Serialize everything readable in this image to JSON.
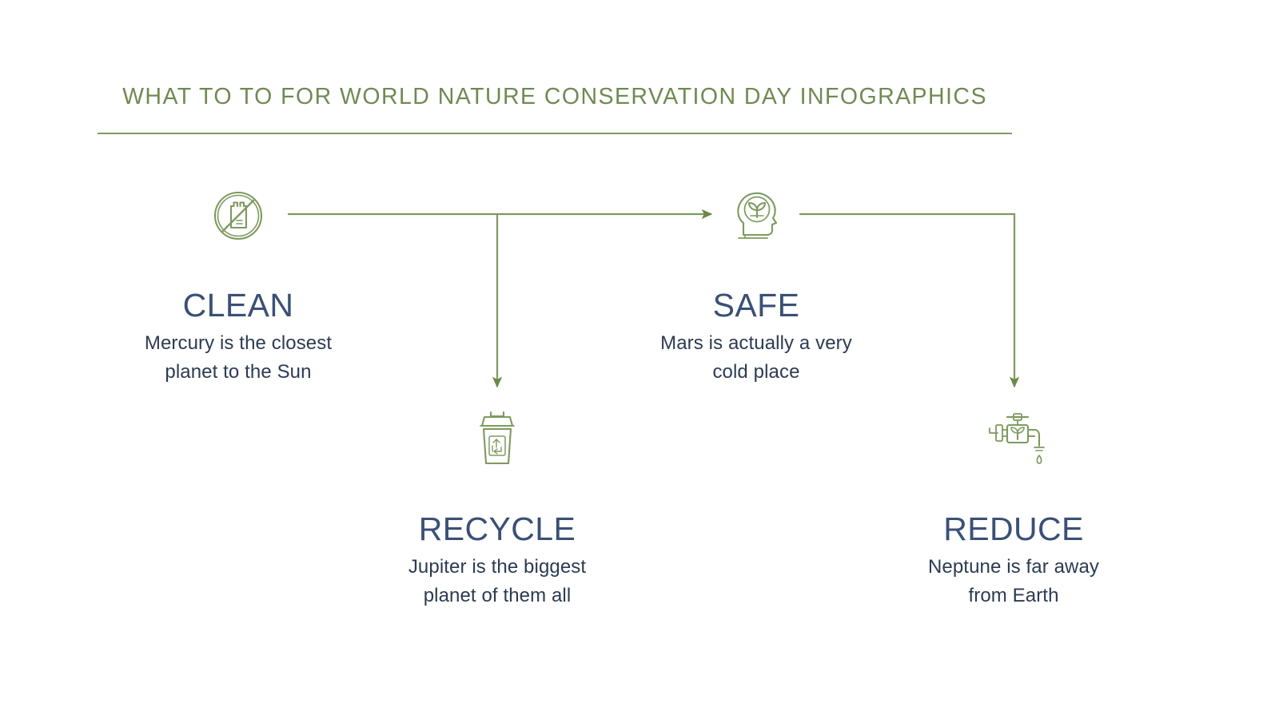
{
  "page": {
    "background_color": "#ffffff",
    "title": "WHAT TO TO FOR WORLD NATURE CONSERVATION DAY INFOGRAPHICS",
    "title_color": "#6f8a52",
    "divider_color": "#7e9a5f",
    "heading_color": "#3a5075",
    "body_color": "#2c3a52",
    "connector_color": "#7e9a5f"
  },
  "icons": [
    {
      "id": "no-plastic-bag-icon",
      "label": "no plastic bag"
    },
    {
      "id": "eco-head-icon",
      "label": "head with plant"
    },
    {
      "id": "recycle-bin-icon",
      "label": "recycling bin"
    },
    {
      "id": "water-faucet-icon",
      "label": "water faucet with leaf"
    }
  ],
  "blocks": [
    {
      "key": "clean",
      "heading": "CLEAN",
      "body": "Mercury is the closest planet to the Sun",
      "body_line1": "Mercury is the closest",
      "body_line2": "planet to the Sun",
      "icon": "no-plastic-bag-icon"
    },
    {
      "key": "safe",
      "heading": "SAFE",
      "body": "Mars is actually a very cold place",
      "body_line1": "Mars is actually a very",
      "body_line2": "cold place",
      "icon": "eco-head-icon"
    },
    {
      "key": "recycle",
      "heading": "RECYCLE",
      "body": "Jupiter is the biggest planet of them all",
      "body_line1": "Jupiter is the biggest",
      "body_line2": "planet of them all",
      "icon": "recycle-bin-icon"
    },
    {
      "key": "reduce",
      "heading": "REDUCE",
      "body": "Neptune is far away from Earth",
      "body_line1": "Neptune is far away",
      "body_line2": "from Earth",
      "icon": "water-faucet-icon"
    }
  ],
  "connectors": [
    {
      "id": "clean-to-safe",
      "from": "no-plastic-bag-icon",
      "to": "eco-head-icon",
      "arrow": true
    },
    {
      "id": "branch-to-recycle",
      "from": "clean-to-safe",
      "to": "recycle-bin-icon",
      "arrow": true
    },
    {
      "id": "safe-to-reduce",
      "from": "eco-head-icon",
      "to": "water-faucet-icon",
      "arrow": true
    }
  ]
}
